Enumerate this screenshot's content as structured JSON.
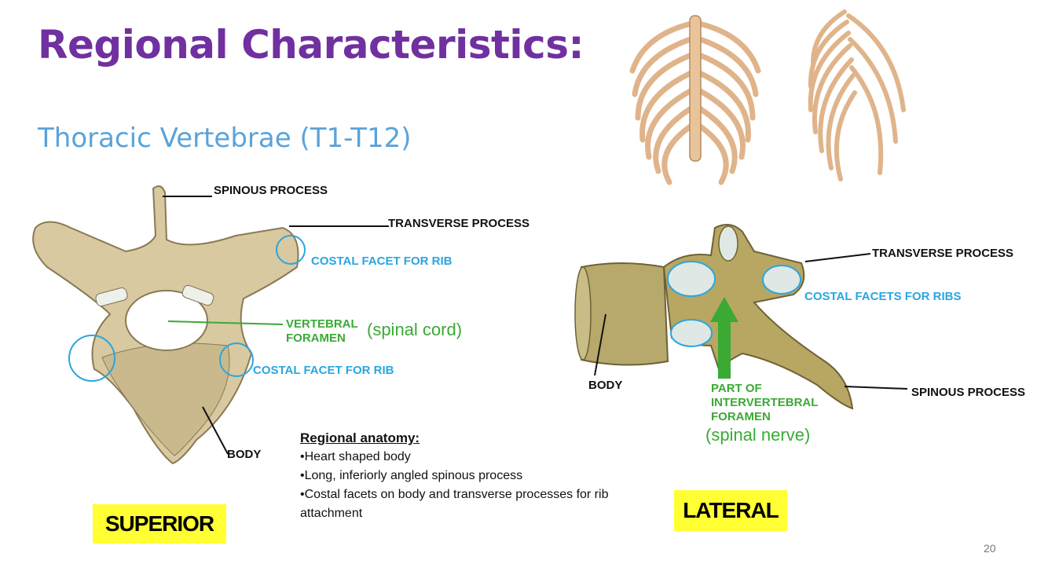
{
  "slide": {
    "title": "Regional Characteristics:",
    "subtitle": "Thoracic Vertebrae (T1-T12)",
    "page_number": "20"
  },
  "superior": {
    "view_label": "SUPERIOR",
    "labels": {
      "spinous_process": "SPINOUS PROCESS",
      "transverse_process": "TRANSVERSE PROCESS",
      "costal_facet_top": "COSTAL FACET FOR RIB",
      "vertebral_foramen_1": "VERTEBRAL",
      "vertebral_foramen_2": "FORAMEN",
      "spinal_cord_note": "(spinal cord)",
      "costal_facet_bottom": "COSTAL FACET FOR RIB",
      "body": "BODY"
    }
  },
  "lateral": {
    "view_label": "LATERAL",
    "labels": {
      "transverse_process": "TRANSVERSE PROCESS",
      "costal_facets": "COSTAL FACETS FOR RIBS",
      "body": "BODY",
      "intervertebral_1": "PART OF",
      "intervertebral_2": "INTERVERTEBRAL",
      "intervertebral_3": "FORAMEN",
      "spinal_nerve_note": "(spinal nerve)",
      "spinous_process": "SPINOUS PROCESS"
    }
  },
  "regional_anatomy": {
    "heading": "Regional anatomy:",
    "items": [
      "•Heart shaped body",
      "•Long, inferiorly angled spinous process",
      "•Costal facets on body and transverse processes for rib attachment"
    ]
  },
  "colors": {
    "title": "#7030a0",
    "subtitle": "#5ba3d9",
    "blue_label": "#2aa6df",
    "green_label": "#3aaa35",
    "highlight": "#ffff33",
    "bone": "#d8c9a0"
  }
}
